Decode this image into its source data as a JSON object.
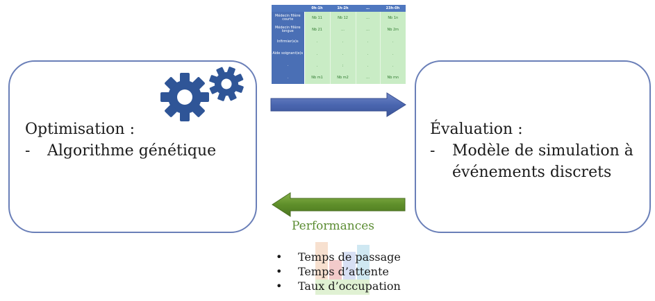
{
  "optimisation": {
    "title": "Optimisation :",
    "items": [
      {
        "dash": "-",
        "text": "Algorithme génétique"
      }
    ]
  },
  "evaluation": {
    "title": "Évaluation :",
    "items": [
      {
        "dash": "-",
        "lines": [
          "Modèle de simulation à",
          "événements discrets"
        ]
      }
    ]
  },
  "schedule_table": {
    "columns": [
      "",
      "0h-1h",
      "1h-2h",
      "…",
      "23h-0h"
    ],
    "rows": [
      {
        "label": "Médecin filière courte",
        "cells": [
          "Nb 11",
          "Nb 12",
          "…",
          "Nb 1n"
        ]
      },
      {
        "label": "Médecin filière longue",
        "cells": [
          "Nb 21",
          "…",
          "…",
          "Nb 2m"
        ]
      },
      {
        "label": "Infirmier(e)s",
        "cells": [
          ".",
          ".",
          ".",
          "."
        ]
      },
      {
        "label": "Aide soignant(e)s",
        "cells": [
          ".",
          ".",
          ".",
          "."
        ]
      },
      {
        "label": ".",
        "cells": [
          ".",
          ":",
          ".",
          "."
        ]
      },
      {
        "label": ".",
        "cells": [
          "Nb m1",
          "Nb m2",
          "…",
          "Nb mn"
        ]
      }
    ]
  },
  "performances": {
    "title": "Performances",
    "bullet": "•",
    "items": [
      "Temps de passage",
      "Temps d’attente",
      "Taux d’occupation"
    ]
  },
  "colors": {
    "box_border": "#6a7fb8",
    "arrow_blue": "#4a66b0",
    "arrow_green": "#5f8f2a",
    "gear_blue": "#2f5597",
    "table_header": "#4f77bf",
    "table_cell": "#c9ecc5",
    "perf_title": "#5b8c32"
  }
}
